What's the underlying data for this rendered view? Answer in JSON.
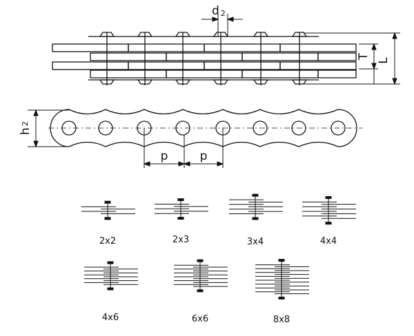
{
  "dimensions": {
    "d2": {
      "base": "d",
      "sub": "2"
    },
    "h2": {
      "base": "h",
      "sub": "2"
    },
    "T": "T",
    "L": "L",
    "p1": "p",
    "p2": "p"
  },
  "variants": [
    {
      "label": "2x2",
      "outer": 2,
      "inner": 2
    },
    {
      "label": "2x3",
      "outer": 2,
      "inner": 3
    },
    {
      "label": "3x4",
      "outer": 3,
      "inner": 4
    },
    {
      "label": "4x4",
      "outer": 4,
      "inner": 4
    },
    {
      "label": "4x6",
      "outer": 4,
      "inner": 6
    },
    {
      "label": "6x6",
      "outer": 6,
      "inner": 6
    },
    {
      "label": "8x8",
      "outer": 8,
      "inner": 8
    }
  ]
}
